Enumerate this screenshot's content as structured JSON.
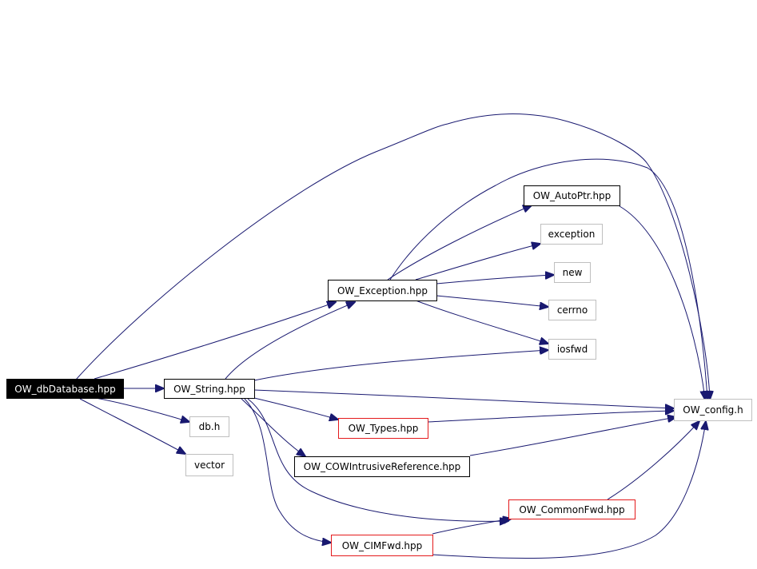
{
  "nodes": {
    "root": "OW_dbDatabase.hpp",
    "string": "OW_String.hpp",
    "dbh": "db.h",
    "vector": "vector",
    "exception_hpp": "OW_Exception.hpp",
    "autoptr": "OW_AutoPtr.hpp",
    "exception": "exception",
    "new": "new",
    "cerrno": "cerrno",
    "iosfwd": "iosfwd",
    "config": "OW_config.h",
    "types": "OW_Types.hpp",
    "cow": "OW_COWIntrusiveReference.hpp",
    "commonfwd": "OW_CommonFwd.hpp",
    "cimfwd": "OW_CIMFwd.hpp"
  },
  "colors": {
    "edge": "#191970",
    "root_fill": "#000000",
    "external_border": "#bfbfbf",
    "incomplete_border": "#e41a1c"
  }
}
